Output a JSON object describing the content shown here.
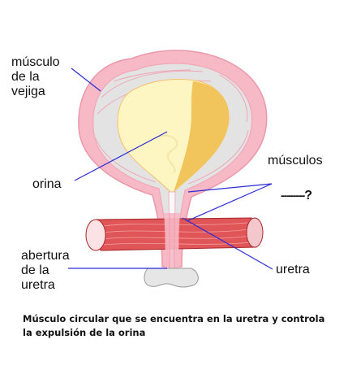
{
  "labels": {
    "bladder_muscle": [
      "músculo",
      "de la",
      "vejiga"
    ],
    "urine": "orina",
    "muscles": "músculos",
    "blank": "--------",
    "question_mark": "?",
    "urethra": "uretra",
    "opening": [
      "abertura",
      "de la",
      "uretra"
    ]
  },
  "caption": "Músculo circular que se encuentra en la uretra y controla la expulsión de la orina",
  "colors": {
    "pointer_line": "#2b2bd6",
    "bladder_outer": "#f7b9c6",
    "bladder_wall": "#e4e4e4",
    "urine_light": "#fdf6c2",
    "urine_dark": "#f1c55b",
    "sphincter_muscle": "#e05558"
  }
}
